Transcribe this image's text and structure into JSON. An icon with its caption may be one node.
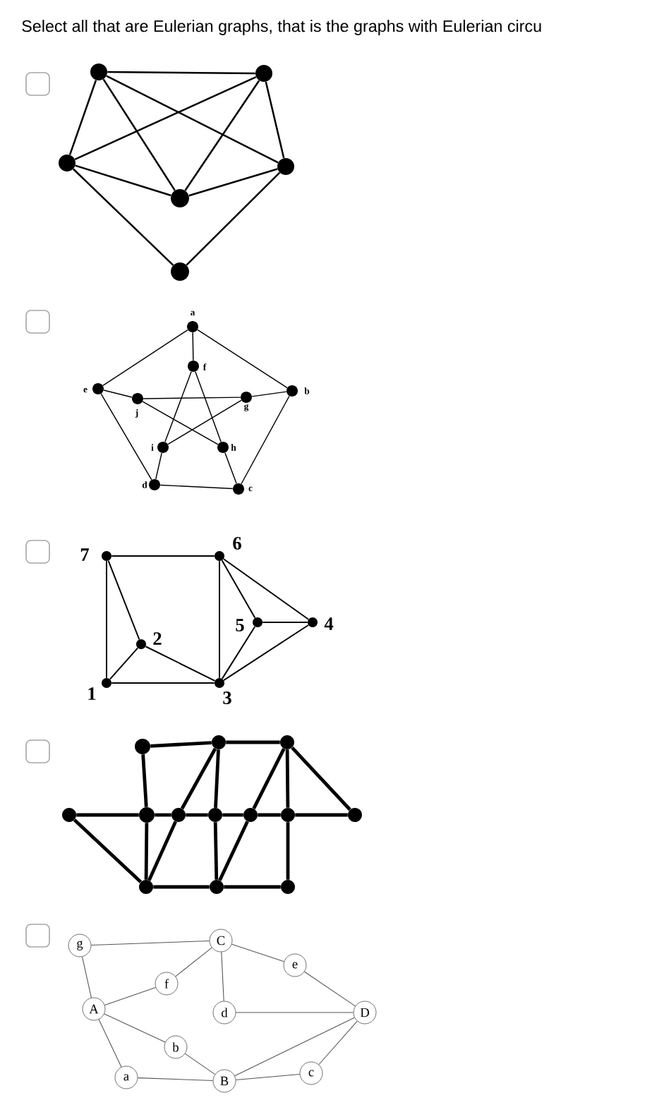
{
  "diagram": {
    "title": "Select all that are Eulerian graphs, that is the graphs with Eulerian circu",
    "nodes": [
      {
        "text": [],
        "shape": "circle"
      },
      {
        "text": [],
        "shape": "circle"
      },
      {
        "text": [],
        "shape": "circle"
      },
      {
        "text": [],
        "shape": "circle"
      },
      {
        "text": [],
        "shape": "circle"
      },
      {
        "text": [],
        "shape": "circle"
      },
      {
        "text": [],
        "shape": "circle",
        "beside": [
          "a"
        ]
      },
      {
        "text": [],
        "shape": "circle",
        "beside": [
          "f"
        ]
      },
      {
        "text": [],
        "shape": "circle",
        "beside": [
          "e"
        ]
      },
      {
        "text": [],
        "shape": "circle",
        "beside": [
          "b"
        ]
      },
      {
        "text": [],
        "shape": "circle",
        "beside": [
          "j"
        ]
      },
      {
        "text": [],
        "shape": "circle",
        "beside": [
          "g"
        ]
      },
      {
        "text": [],
        "shape": "circle",
        "beside": [
          "i"
        ]
      },
      {
        "text": [],
        "shape": "circle",
        "beside": [
          "h"
        ]
      },
      {
        "text": [],
        "shape": "circle",
        "beside": [
          "d"
        ]
      },
      {
        "text": [],
        "shape": "circle",
        "beside": [
          "c"
        ]
      },
      {
        "text": [],
        "shape": "circle",
        "beside": [
          "7"
        ]
      },
      {
        "text": [],
        "shape": "circle",
        "beside": [
          "6"
        ]
      },
      {
        "text": [],
        "shape": "circle",
        "beside": [
          "5"
        ]
      },
      {
        "text": [],
        "shape": "circle",
        "beside": [
          "4"
        ]
      },
      {
        "text": [],
        "shape": "circle",
        "beside": [
          "2"
        ]
      },
      {
        "text": [],
        "shape": "circle",
        "beside": [
          "1"
        ]
      },
      {
        "text": [],
        "shape": "circle",
        "beside": [
          "3"
        ]
      },
      {
        "text": [],
        "shape": "circle"
      },
      {
        "text": [],
        "shape": "circle"
      },
      {
        "text": [],
        "shape": "circle"
      },
      {
        "text": [],
        "shape": "circle"
      },
      {
        "text": [],
        "shape": "circle"
      },
      {
        "text": [],
        "shape": "circle"
      },
      {
        "text": [],
        "shape": "circle"
      },
      {
        "text": [],
        "shape": "circle"
      },
      {
        "text": [],
        "shape": "circle"
      },
      {
        "text": [],
        "shape": "circle"
      },
      {
        "text": [],
        "shape": "circle"
      },
      {
        "text": [],
        "shape": "circle"
      },
      {
        "text": [],
        "shape": "circle"
      },
      {
        "text": [
          "g"
        ]
      },
      {
        "text": [
          "C"
        ]
      },
      {
        "text": [
          "e"
        ]
      },
      {
        "text": [
          "f"
        ]
      },
      {
        "text": [
          "A"
        ]
      },
      {
        "text": [
          "d"
        ]
      },
      {
        "text": [
          "D"
        ]
      },
      {
        "text": [
          "b"
        ]
      },
      {
        "text": [
          "a"
        ]
      },
      {
        "text": [
          "B"
        ]
      },
      {
        "text": [
          "c"
        ]
      }
    ],
    "edges": [
      {
        "from": 0,
        "to": 1,
        "arrow": "none"
      },
      {
        "from": 0,
        "to": 2,
        "arrow": "none"
      },
      {
        "from": 0,
        "to": 3,
        "arrow": "none"
      },
      {
        "from": 0,
        "to": 4,
        "arrow": "none"
      },
      {
        "from": 1,
        "to": 2,
        "arrow": "none"
      },
      {
        "from": 1,
        "to": 3,
        "arrow": "none"
      },
      {
        "from": 1,
        "to": 4,
        "arrow": "none"
      },
      {
        "from": 2,
        "to": 4,
        "arrow": "none"
      },
      {
        "from": 3,
        "to": 4,
        "arrow": "none"
      },
      {
        "from": 2,
        "to": 5,
        "arrow": "none"
      },
      {
        "from": 3,
        "to": 5,
        "arrow": "none"
      },
      {
        "from": 6,
        "to": 8,
        "arrow": "none"
      },
      {
        "from": 6,
        "to": 9,
        "arrow": "none"
      },
      {
        "from": 6,
        "to": 7,
        "arrow": "none"
      },
      {
        "from": 8,
        "to": 10,
        "arrow": "none"
      },
      {
        "from": 8,
        "to": 14,
        "arrow": "none"
      },
      {
        "from": 9,
        "to": 11,
        "arrow": "none"
      },
      {
        "from": 9,
        "to": 15,
        "arrow": "none"
      },
      {
        "from": 10,
        "to": 11,
        "arrow": "none"
      },
      {
        "from": 10,
        "to": 13,
        "arrow": "none"
      },
      {
        "from": 11,
        "to": 12,
        "arrow": "none"
      },
      {
        "from": 7,
        "to": 12,
        "arrow": "none"
      },
      {
        "from": 7,
        "to": 13,
        "arrow": "none"
      },
      {
        "from": 12,
        "to": 14,
        "arrow": "none"
      },
      {
        "from": 13,
        "to": 15,
        "arrow": "none"
      },
      {
        "from": 14,
        "to": 15,
        "arrow": "none"
      },
      {
        "from": 16,
        "to": 17,
        "arrow": "none"
      },
      {
        "from": 16,
        "to": 21,
        "arrow": "none"
      },
      {
        "from": 16,
        "to": 20,
        "arrow": "none"
      },
      {
        "from": 20,
        "to": 21,
        "arrow": "none"
      },
      {
        "from": 20,
        "to": 22,
        "arrow": "none"
      },
      {
        "from": 21,
        "to": 22,
        "arrow": "none"
      },
      {
        "from": 17,
        "to": 22,
        "arrow": "none"
      },
      {
        "from": 17,
        "to": 18,
        "arrow": "none"
      },
      {
        "from": 17,
        "to": 19,
        "arrow": "none"
      },
      {
        "from": 18,
        "to": 19,
        "arrow": "none"
      },
      {
        "from": 18,
        "to": 22,
        "arrow": "none"
      },
      {
        "from": 22,
        "to": 19,
        "arrow": "none"
      },
      {
        "from": 23,
        "to": 24,
        "arrow": "none",
        "style": "thick"
      },
      {
        "from": 24,
        "to": 25,
        "arrow": "none",
        "style": "thick"
      },
      {
        "from": 23,
        "to": 27,
        "arrow": "none",
        "style": "thick"
      },
      {
        "from": 27,
        "to": 33,
        "arrow": "none",
        "style": "thick"
      },
      {
        "from": 26,
        "to": 27,
        "arrow": "none",
        "style": "thick"
      },
      {
        "from": 27,
        "to": 28,
        "arrow": "none",
        "style": "thick"
      },
      {
        "from": 28,
        "to": 29,
        "arrow": "none",
        "style": "thick"
      },
      {
        "from": 29,
        "to": 30,
        "arrow": "none",
        "style": "thick"
      },
      {
        "from": 30,
        "to": 31,
        "arrow": "none",
        "style": "thick"
      },
      {
        "from": 31,
        "to": 32,
        "arrow": "none",
        "style": "thick"
      },
      {
        "from": 24,
        "to": 28,
        "arrow": "none",
        "style": "thick"
      },
      {
        "from": 28,
        "to": 33,
        "arrow": "none",
        "style": "thick"
      },
      {
        "from": 24,
        "to": 29,
        "arrow": "none",
        "style": "thick"
      },
      {
        "from": 29,
        "to": 34,
        "arrow": "none",
        "style": "thick"
      },
      {
        "from": 25,
        "to": 30,
        "arrow": "none",
        "style": "thick"
      },
      {
        "from": 30,
        "to": 34,
        "arrow": "none",
        "style": "thick"
      },
      {
        "from": 25,
        "to": 31,
        "arrow": "none",
        "style": "thick"
      },
      {
        "from": 31,
        "to": 35,
        "arrow": "none",
        "style": "thick"
      },
      {
        "from": 25,
        "to": 32,
        "arrow": "none",
        "style": "thick"
      },
      {
        "from": 26,
        "to": 33,
        "arrow": "none",
        "style": "thick"
      },
      {
        "from": 33,
        "to": 34,
        "arrow": "none",
        "style": "thick"
      },
      {
        "from": 34,
        "to": 35,
        "arrow": "none",
        "style": "thick"
      },
      {
        "from": 36,
        "to": 37,
        "arrow": "none",
        "color": "#555555"
      },
      {
        "from": 36,
        "to": 40,
        "arrow": "none",
        "color": "#555555"
      },
      {
        "from": 37,
        "to": 39,
        "arrow": "none",
        "color": "#555555"
      },
      {
        "from": 37,
        "to": 38,
        "arrow": "none",
        "color": "#555555"
      },
      {
        "from": 37,
        "to": 41,
        "arrow": "none",
        "color": "#555555"
      },
      {
        "from": 39,
        "to": 40,
        "arrow": "none",
        "color": "#555555"
      },
      {
        "from": 38,
        "to": 42,
        "arrow": "none",
        "color": "#555555"
      },
      {
        "from": 41,
        "to": 42,
        "arrow": "none",
        "color": "#555555"
      },
      {
        "from": 40,
        "to": 43,
        "arrow": "none",
        "color": "#555555"
      },
      {
        "from": 40,
        "to": 44,
        "arrow": "none",
        "color": "#555555"
      },
      {
        "from": 43,
        "to": 45,
        "arrow": "none",
        "color": "#555555"
      },
      {
        "from": 44,
        "to": 45,
        "arrow": "none",
        "color": "#555555"
      },
      {
        "from": 45,
        "to": 42,
        "arrow": "none",
        "color": "#555555"
      },
      {
        "from": 45,
        "to": 46,
        "arrow": "none",
        "color": "#555555"
      },
      {
        "from": 46,
        "to": 42,
        "arrow": "none",
        "color": "#555555"
      }
    ]
  }
}
